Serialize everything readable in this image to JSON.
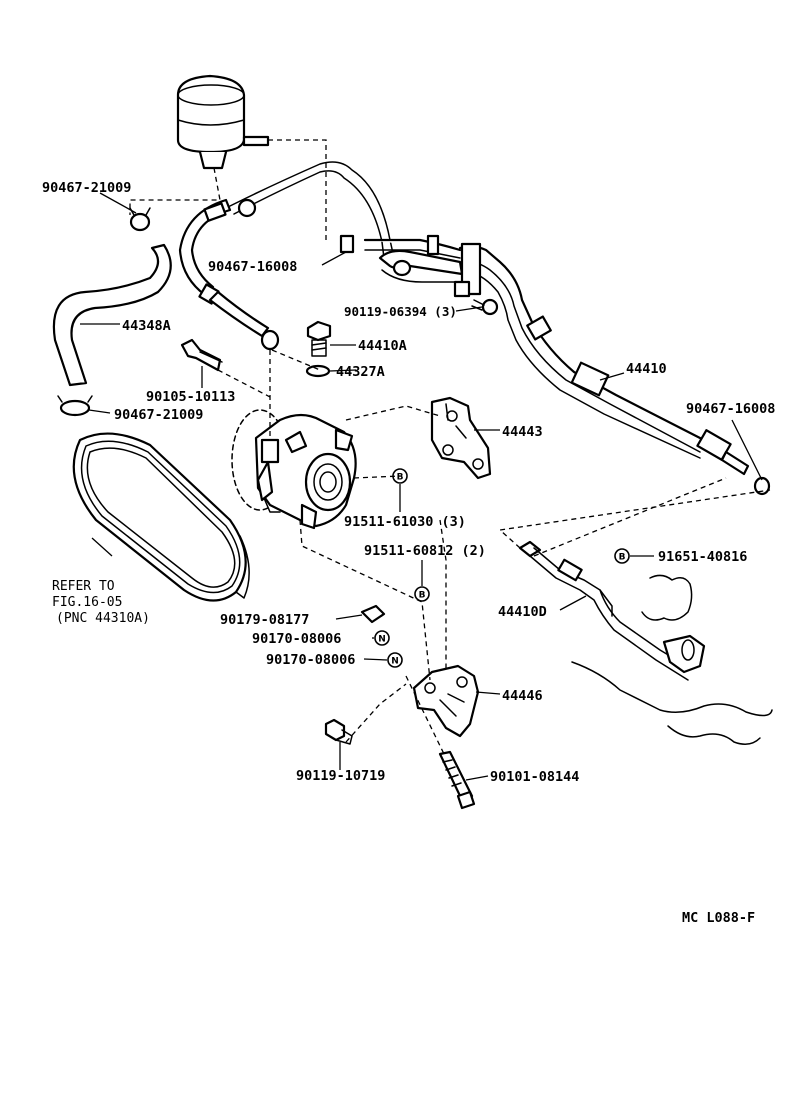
{
  "labels": {
    "p90467_21009_top": "90467-21009",
    "p90467_16008_mid": "90467-16008",
    "p44348A": "44348A",
    "p90119_06394": "90119-06394 (3)",
    "p44410A": "44410A",
    "p44327A": "44327A",
    "p90105_10113": "90105-10113",
    "p90467_21009_bot": "90467-21009",
    "p44410": "44410",
    "p90467_16008_right": "90467-16008",
    "p44443": "44443",
    "p91511_61030": "91511-61030 (3)",
    "p91511_60812": "91511-60812 (2)",
    "p91651_40816": "91651-40816",
    "p44410D": "44410D",
    "p90179_08177": "90179-08177",
    "p90170_08006_a": "90170-08006",
    "p90170_08006_b": "90170-08006",
    "p44446": "44446",
    "p90119_10719": "90119-10719",
    "p90101_08144": "90101-08144",
    "refer_line1": "REFER TO",
    "refer_line2": "FIG.16-05",
    "refer_line3": "(PNC 44310A)",
    "figure_code": "MC L088-F"
  },
  "badges": {
    "bolt": "B",
    "nut": "N"
  }
}
